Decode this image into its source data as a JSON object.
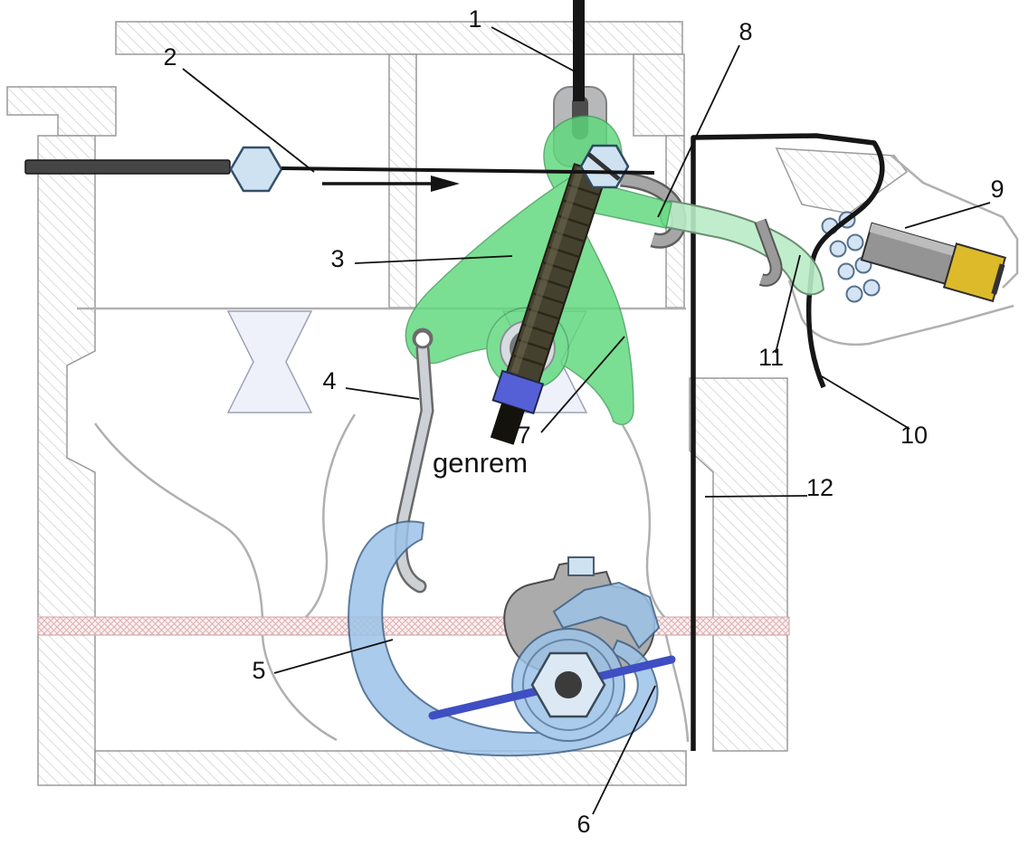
{
  "diagram": {
    "part_label": "genrem",
    "callouts": [
      {
        "label": "1"
      },
      {
        "label": "2"
      },
      {
        "label": "3"
      },
      {
        "label": "4"
      },
      {
        "label": "5"
      },
      {
        "label": "6"
      },
      {
        "label": "7"
      },
      {
        "label": "8"
      },
      {
        "label": "9"
      },
      {
        "label": "10"
      },
      {
        "label": "11"
      },
      {
        "label": "12"
      }
    ]
  },
  "colors": {
    "lever_green": "#5ed97c",
    "link_green": "#b9ecc6",
    "hook_blue": "#9cc3e8",
    "rod_blue": "#3f4ec2",
    "collar_blue": "#5660d6",
    "plunger_yellow": "#ddba2a",
    "gasket_pink": "#e8b4b8",
    "bolt_head_blue": "#cfe2f2",
    "housing_gray": "#c8c8c8"
  }
}
